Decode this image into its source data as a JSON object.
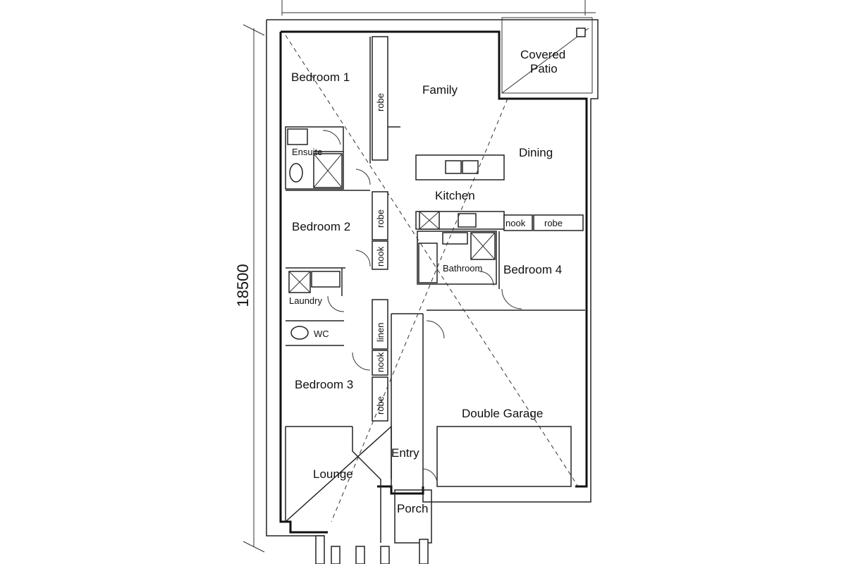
{
  "plan": {
    "overall_dimension": "18500",
    "rooms": {
      "bedroom1": "Bedroom 1",
      "family": "Family",
      "covered_patio_line1": "Covered",
      "covered_patio_line2": "Patio",
      "ensuite": "Ensuite",
      "dining": "Dining",
      "kitchen": "Kitchen",
      "bedroom2": "Bedroom 2",
      "nook_kitchen": "nook",
      "robe_bed4": "robe",
      "bathroom": "Bathroom",
      "bedroom4": "Bedroom 4",
      "laundry": "Laundry",
      "wc": "WC",
      "linen": "linen",
      "bedroom3": "Bedroom 3",
      "double_garage": "Double Garage",
      "entry": "Entry",
      "lounge": "Lounge",
      "porch": "Porch",
      "robe_bed1": "robe",
      "robe_bed2": "robe",
      "nook_bed2": "nook",
      "nook_hall": "nook",
      "robe_bed3": "robe"
    }
  }
}
